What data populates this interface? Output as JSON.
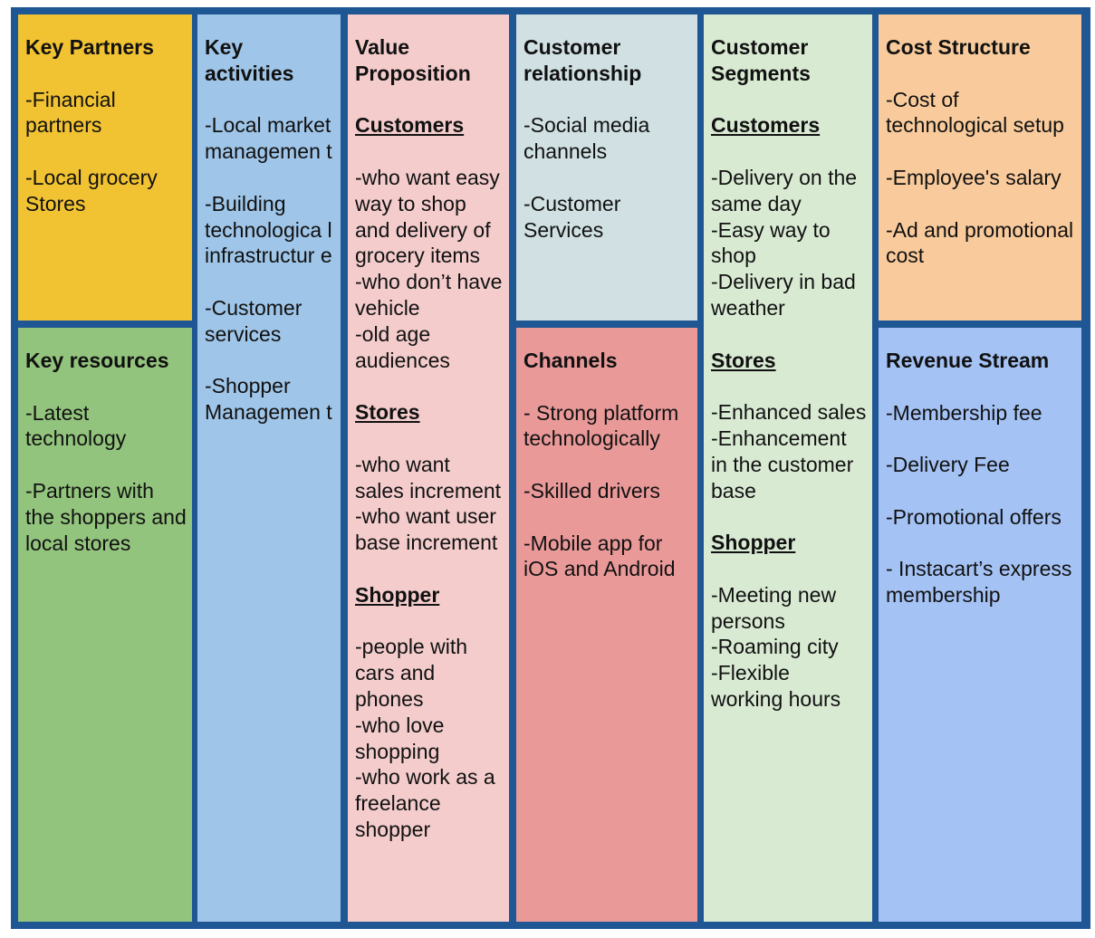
{
  "key_partners": {
    "title": "Key Partners",
    "items": [
      "-Financial partners",
      "-Local grocery Stores"
    ]
  },
  "key_resources": {
    "title": "Key resources",
    "items": [
      "-Latest technology",
      "-Partners with the shoppers and local stores"
    ]
  },
  "key_activities": {
    "title": "Key activities",
    "items": [
      "-Local market managemen t",
      "-Building technologica l infrastructur e",
      "-Customer services",
      "-Shopper Managemen t"
    ]
  },
  "value_proposition": {
    "title": "Value Proposition",
    "sections": [
      {
        "heading": "Customers",
        "lines": [
          "-who want easy way to shop and delivery of grocery items",
          "-who don’t have vehicle",
          "-old age audiences"
        ]
      },
      {
        "heading": "Stores",
        "lines": [
          "-who want sales increment",
          "-who want user base increment"
        ]
      },
      {
        "heading": "Shopper",
        "lines": [
          "-people with cars and phones",
          "-who love shopping",
          "-who work as a freelance shopper"
        ]
      }
    ]
  },
  "customer_relationship": {
    "title": "Customer relationship",
    "items": [
      "-Social media channels",
      "-Customer Services"
    ]
  },
  "channels": {
    "title": "Channels",
    "items": [
      "- Strong platform technologically",
      "-Skilled drivers",
      "-Mobile app for iOS and Android"
    ]
  },
  "customer_segments": {
    "title": "Customer Segments",
    "sections": [
      {
        "heading": "Customers",
        "lines": [
          "-Delivery on the same day",
          "-Easy way to shop",
          "-Delivery in bad weather"
        ]
      },
      {
        "heading": "Stores",
        "lines": [
          "-Enhanced sales",
          "-Enhancement in the customer base"
        ]
      },
      {
        "heading": "Shopper",
        "lines": [
          "-Meeting new persons",
          "-Roaming city",
          "-Flexible working hours"
        ]
      }
    ]
  },
  "cost_structure": {
    "title": "Cost Structure",
    "items": [
      "-Cost of technological setup",
      "-Employee's salary",
      "-Ad and promotional cost"
    ]
  },
  "revenue_stream": {
    "title": "Revenue Stream",
    "items": [
      "-Membership fee",
      "-Delivery Fee",
      "-Promotional offers",
      "- Instacart’s express membership"
    ]
  },
  "colors": {
    "border": "#1f5694",
    "key_partners": "#f1c232",
    "key_resources": "#93c47d",
    "key_activities": "#9fc5e8",
    "value_proposition": "#f4cccc",
    "customer_relationship": "#d0e0e3",
    "channels": "#ea9999",
    "customer_segments": "#d9ead3",
    "cost_structure": "#f9cb9c",
    "revenue_stream": "#a4c2f4"
  }
}
